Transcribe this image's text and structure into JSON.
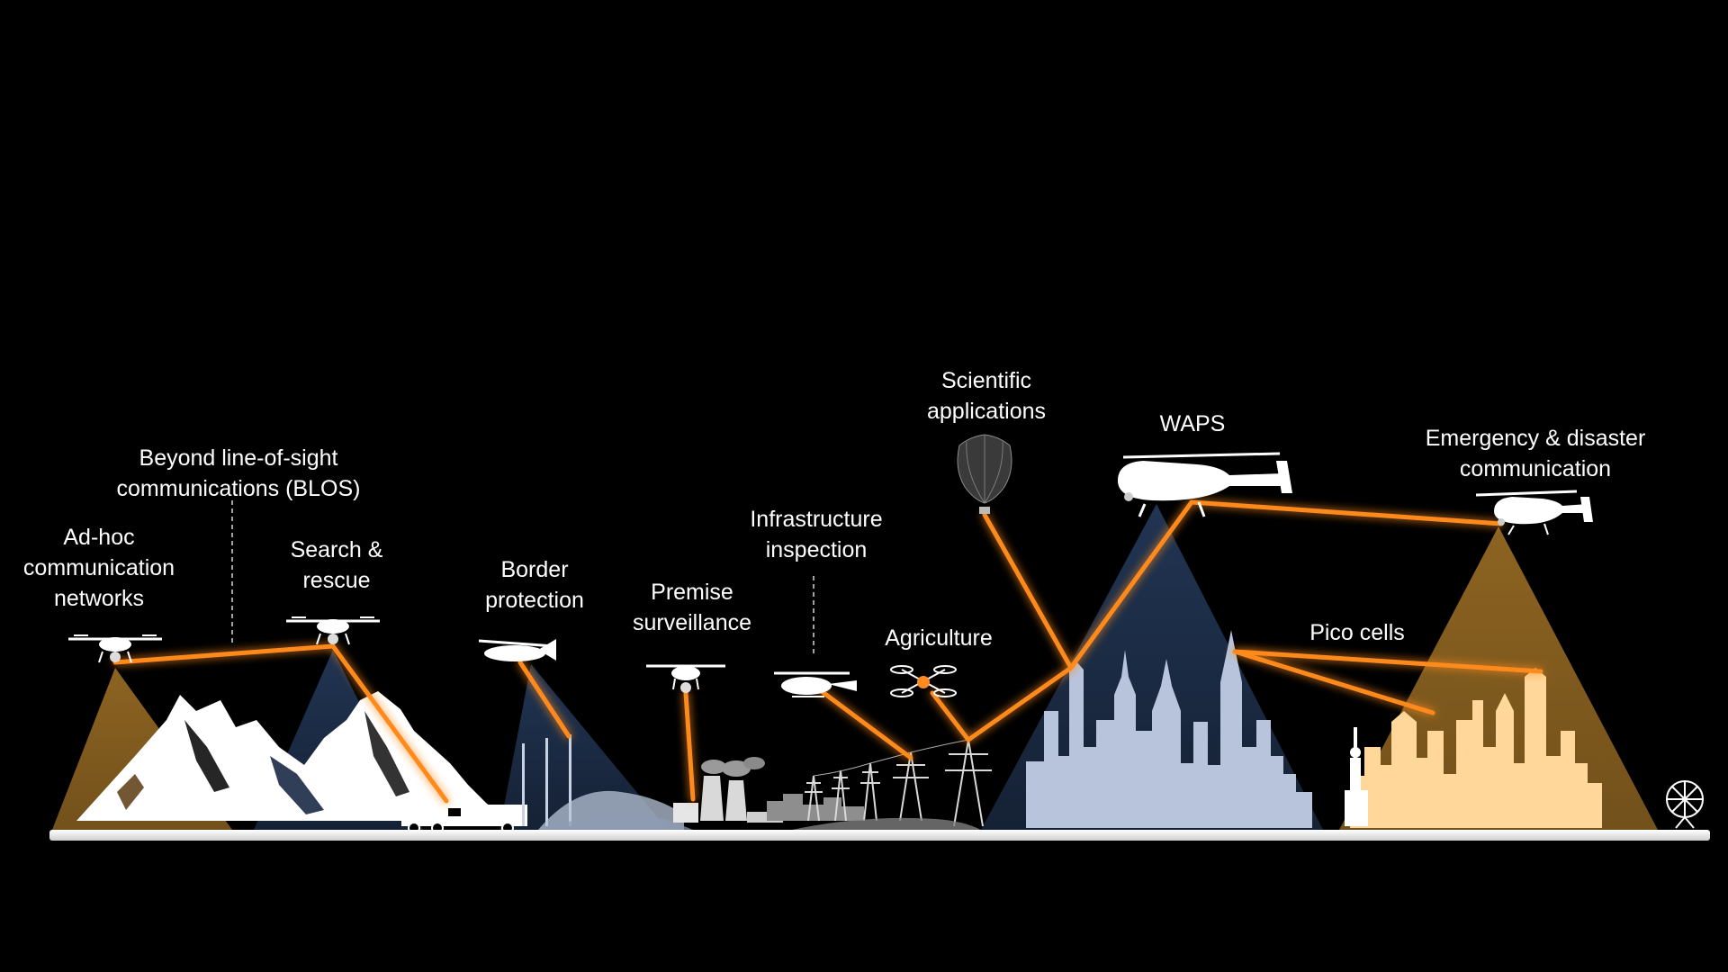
{
  "labels": {
    "adhoc": [
      "Ad-hoc",
      "communication",
      "networks"
    ],
    "blos": [
      "Beyond line-of-sight",
      "communications (BLOS)"
    ],
    "search": [
      "Search &",
      "rescue"
    ],
    "border": [
      "Border",
      "protection"
    ],
    "premise": [
      "Premise",
      "surveillance"
    ],
    "infra": [
      "Infrastructure",
      "inspection"
    ],
    "agri": [
      "Agriculture"
    ],
    "scientific": [
      "Scientific",
      "applications"
    ],
    "waps": [
      "WAPS"
    ],
    "emergency": [
      "Emergency & disaster",
      "communication"
    ],
    "pico": [
      "Pico cells"
    ]
  },
  "colors": {
    "background": "#000000",
    "link": "#ff8a1f",
    "link_glow": "#ff6a00",
    "cone_amber": "#ffb43c",
    "cone_blue": "#3c5f96",
    "mountain": "#ffffff",
    "city_blue": "#b7c4dc",
    "city_amber": "#ffd79a",
    "ground": "#ffffff",
    "label": "#ffffff"
  },
  "icons": [
    "drone-icon",
    "helicopter-icon",
    "balloon-icon",
    "fire-truck-icon",
    "power-tower-icon",
    "factory-icon",
    "radar-mast-icon",
    "ferris-wheel-icon",
    "statue-icon"
  ]
}
